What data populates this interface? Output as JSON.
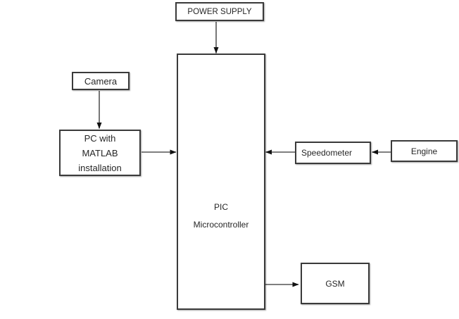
{
  "diagram": {
    "type": "block-diagram",
    "background": "#ffffff",
    "colors": {
      "box_border": "#3a3a3a",
      "text": "#262626",
      "arrow_line": "#555555",
      "arrow_head": "#111111"
    },
    "blocks": {
      "power_supply": {
        "label": "POWER SUPPLY"
      },
      "camera": {
        "label": "Camera"
      },
      "pc": {
        "lines": [
          "PC with",
          "MATLAB",
          "installation"
        ]
      },
      "pic": {
        "lines": [
          "PIC",
          "Microcontroller"
        ]
      },
      "speedometer": {
        "label": "Speedometer"
      },
      "engine": {
        "label": "Engine"
      },
      "gsm": {
        "label": "GSM"
      }
    },
    "connections": [
      {
        "from": "power_supply",
        "to": "pic",
        "direction": "down"
      },
      {
        "from": "camera",
        "to": "pc",
        "direction": "down"
      },
      {
        "from": "pc",
        "to": "pic",
        "direction": "right"
      },
      {
        "from": "engine",
        "to": "speedometer",
        "direction": "left"
      },
      {
        "from": "speedometer",
        "to": "pic",
        "direction": "left"
      },
      {
        "from": "pic",
        "to": "gsm",
        "direction": "right"
      }
    ]
  }
}
